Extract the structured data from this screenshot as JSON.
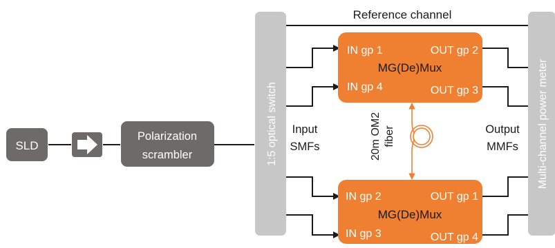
{
  "source": {
    "label": "SLD"
  },
  "isolator": {
    "icon": "arrow-right-icon"
  },
  "scrambler": {
    "line1": "Polarization",
    "line2": "scrambler"
  },
  "switch": {
    "label": "1:5 optical switch"
  },
  "power_meter": {
    "label": "Multi-channel power meter"
  },
  "reference": {
    "label": "Reference channel"
  },
  "mux_top": {
    "name": "MG(De)Mux",
    "in_a": "IN gp 1",
    "in_b": "IN gp 4",
    "out_a": "OUT gp 2",
    "out_b": "OUT gp 3"
  },
  "mux_bottom": {
    "name": "MG(De)Mux",
    "in_a": "IN gp 2",
    "in_b": "IN gp 3",
    "out_a": "OUT gp 1",
    "out_b": "OUT gp 4"
  },
  "input_smfs": {
    "line1": "Input",
    "line2": "SMFs"
  },
  "output_mmfs": {
    "line1": "Output",
    "line2": "MMFs"
  },
  "fiber": {
    "line1": "20m OM2",
    "line2": "fiber"
  },
  "colors": {
    "gray_box": "#6e6a69",
    "light_gray": "#c7c7c7",
    "orange": "#ef7f31",
    "line": "#1a1a1a"
  }
}
